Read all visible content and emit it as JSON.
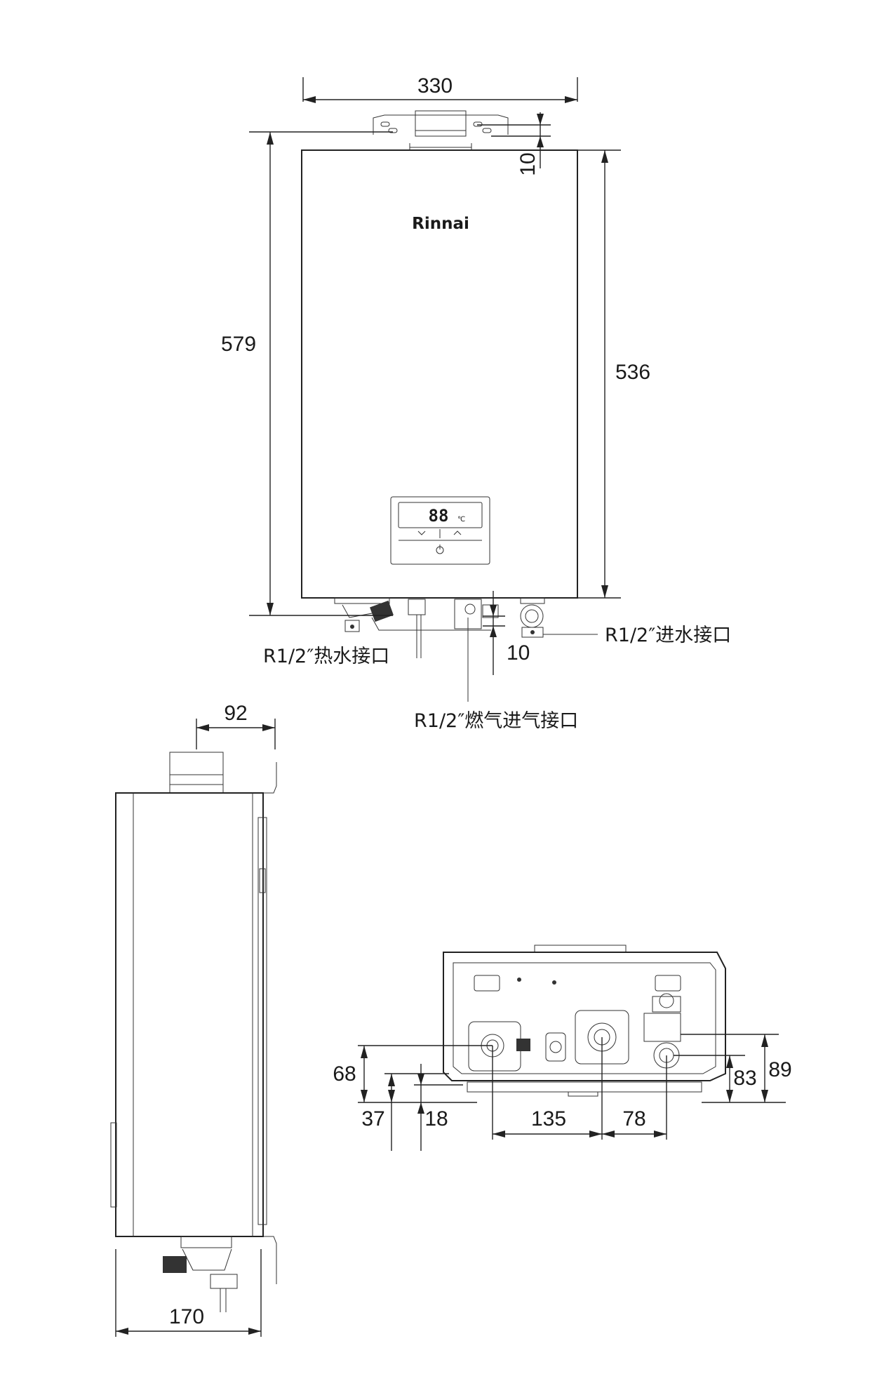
{
  "front_view": {
    "brand": "Rinnai",
    "display_reading": "88",
    "display_unit": "℃",
    "dimensions": {
      "width": "330",
      "height_total": "579",
      "height_body": "536",
      "bracket_offset": "10",
      "bottom_offset": "10"
    },
    "labels": {
      "hot_water": "R1/2″热水接口",
      "cold_water": "R1/2″进水接口",
      "gas": "R1/2″燃气进气接口"
    }
  },
  "side_view": {
    "dimensions": {
      "depth": "170",
      "flue_offset": "92"
    }
  },
  "bottom_view": {
    "dimensions": {
      "d68": "68",
      "d37": "37",
      "d18": "18",
      "d135": "135",
      "d78": "78",
      "d83": "83",
      "d89": "89"
    }
  }
}
